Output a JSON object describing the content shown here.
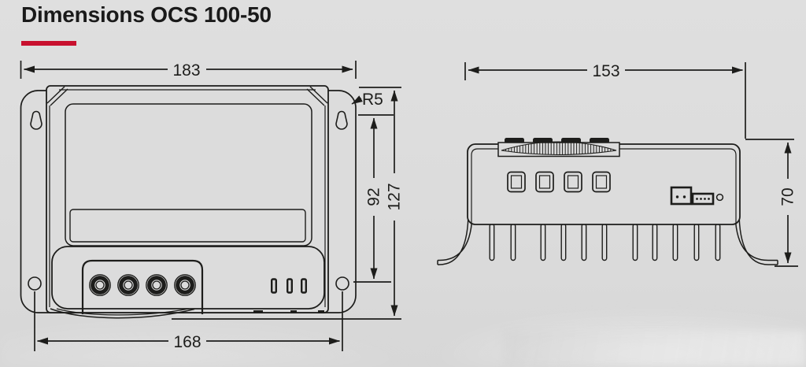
{
  "header": {
    "title": "Dimensions OCS 100-50"
  },
  "colors": {
    "accent": "#c8102e",
    "line": "#1d1d1b",
    "background": "#dcdcdc"
  },
  "front_view": {
    "dims": {
      "overall_width": "183",
      "mounting_hole_spacing": "168",
      "mounting_height": "92",
      "overall_height": "127",
      "corner_radius": "R5"
    }
  },
  "side_view": {
    "dims": {
      "overall_depth": "153",
      "overall_height": "70"
    }
  }
}
